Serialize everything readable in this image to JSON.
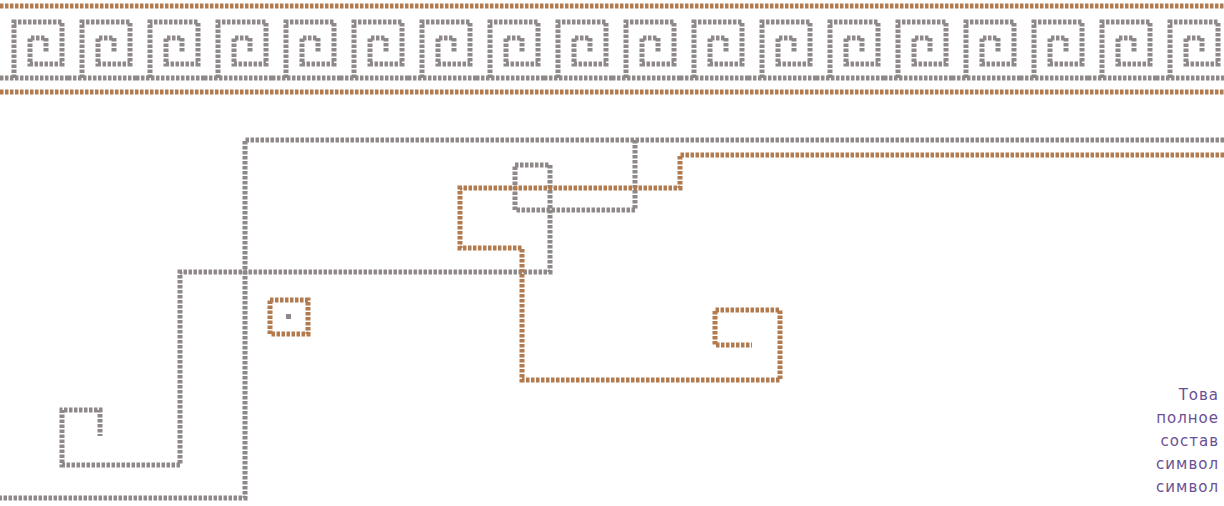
{
  "diagram": {
    "labels": [
      "Това",
      "полное",
      "состав",
      "символ",
      "символ"
    ]
  }
}
